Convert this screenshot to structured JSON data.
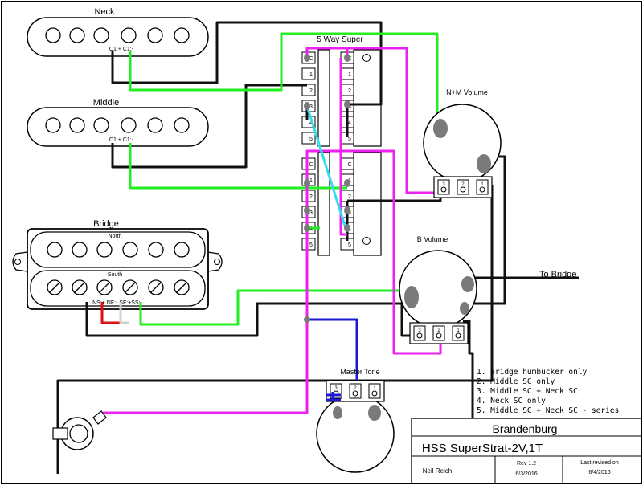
{
  "pickups": {
    "neck": {
      "label": "Neck",
      "terminals": "C1:+  C1:-"
    },
    "middle": {
      "label": "Middle",
      "terminals": "C1:+  C1:-"
    },
    "bridge": {
      "label": "Bridge",
      "north": "North",
      "south": "South",
      "terminals": "NS:+ NF:-  SF:+SS:-"
    }
  },
  "switch": {
    "label": "5 Way Super",
    "left_top": [
      "C",
      "1",
      "2",
      "3",
      "4",
      "5"
    ],
    "right_top": [
      "C",
      "1",
      "2",
      "3",
      "4",
      "5"
    ],
    "left_bottom": [
      "C",
      "1",
      "2",
      "3",
      "4",
      "5"
    ],
    "right_bottom": [
      "C",
      "1",
      "2",
      "3",
      "4",
      "5"
    ]
  },
  "pots": {
    "nm_volume": {
      "label": "N+M Volume",
      "lugs": [
        "3",
        "2",
        "1"
      ]
    },
    "b_volume": {
      "label": "B Volume",
      "lugs": [
        "3",
        "2",
        "1"
      ]
    },
    "master_tone": {
      "label": "Master Tone",
      "lugs": [
        "3",
        "2",
        "1"
      ]
    }
  },
  "output_label": "To Bridge",
  "positions": [
    "1. Bridge humbucker only",
    "2. Middle SC only",
    "3. Middle SC + Neck SC",
    "4. Neck SC only",
    "5. Middle SC + Neck SC - series"
  ],
  "title_block": {
    "title": "Brandenburg",
    "subtitle": "HSS SuperStrat-2V,1T",
    "author": "Neil Reich",
    "rev": "Rev 1.2",
    "rev_date": "6/3/2016",
    "last_revised_label": "Last revised on",
    "last_revised_date": "6/4/2016"
  },
  "colors": {
    "green": "#22ee22",
    "magenta": "#ee22ee",
    "black": "#111111",
    "blue": "#1a1ad0",
    "cyan": "#33ddee",
    "red": "#dd1111",
    "white_wire": "#cfcfcf",
    "pot_fill": "#ffffff",
    "solder": "#777777"
  }
}
